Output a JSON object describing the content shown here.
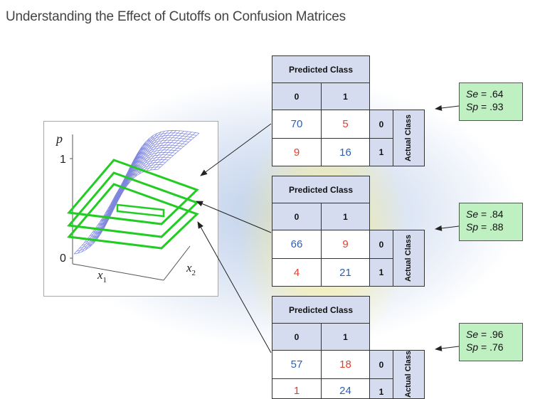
{
  "title": "Understanding the Effect of Cutoffs on Confusion Matrices",
  "plot": {
    "y_axis_label": "p",
    "y_tick_high": "1",
    "y_tick_low": "0",
    "x1_label": "x",
    "x1_sub": "1",
    "x2_label": "x",
    "x2_sub": "2"
  },
  "matrices": [
    {
      "header": "Predicted Class",
      "col0": "0",
      "col1": "1",
      "row0": "0",
      "row1": "1",
      "side_label": "Actual Class",
      "cells": [
        "70",
        "5",
        "9",
        "16"
      ],
      "se_label": "Se",
      "se_value": " = .64",
      "sp_label": "Sp",
      "sp_value": " = .93"
    },
    {
      "header": "Predicted Class",
      "col0": "0",
      "col1": "1",
      "row0": "0",
      "row1": "1",
      "side_label": "Actual Class",
      "cells": [
        "66",
        "9",
        "4",
        "21"
      ],
      "se_label": "Se",
      "se_value": " = .84",
      "sp_label": "Sp",
      "sp_value": " = .88"
    },
    {
      "header": "Predicted Class",
      "col0": "0",
      "col1": "1",
      "row0": "0",
      "row1": "1",
      "side_label": "Actual Class",
      "cells": [
        "57",
        "18",
        "1",
        "24"
      ],
      "se_label": "Se",
      "se_value": " = .96",
      "sp_label": "Sp",
      "sp_value": " = .76"
    }
  ],
  "colors": {
    "cutoff_plane": "#22cc22",
    "surface_grid": "#7f86dd",
    "correct_count": "#2c5fb8",
    "error_count": "#e0402e",
    "header_fill": "#d5dcef",
    "stats_fill": "#bff0c2"
  }
}
